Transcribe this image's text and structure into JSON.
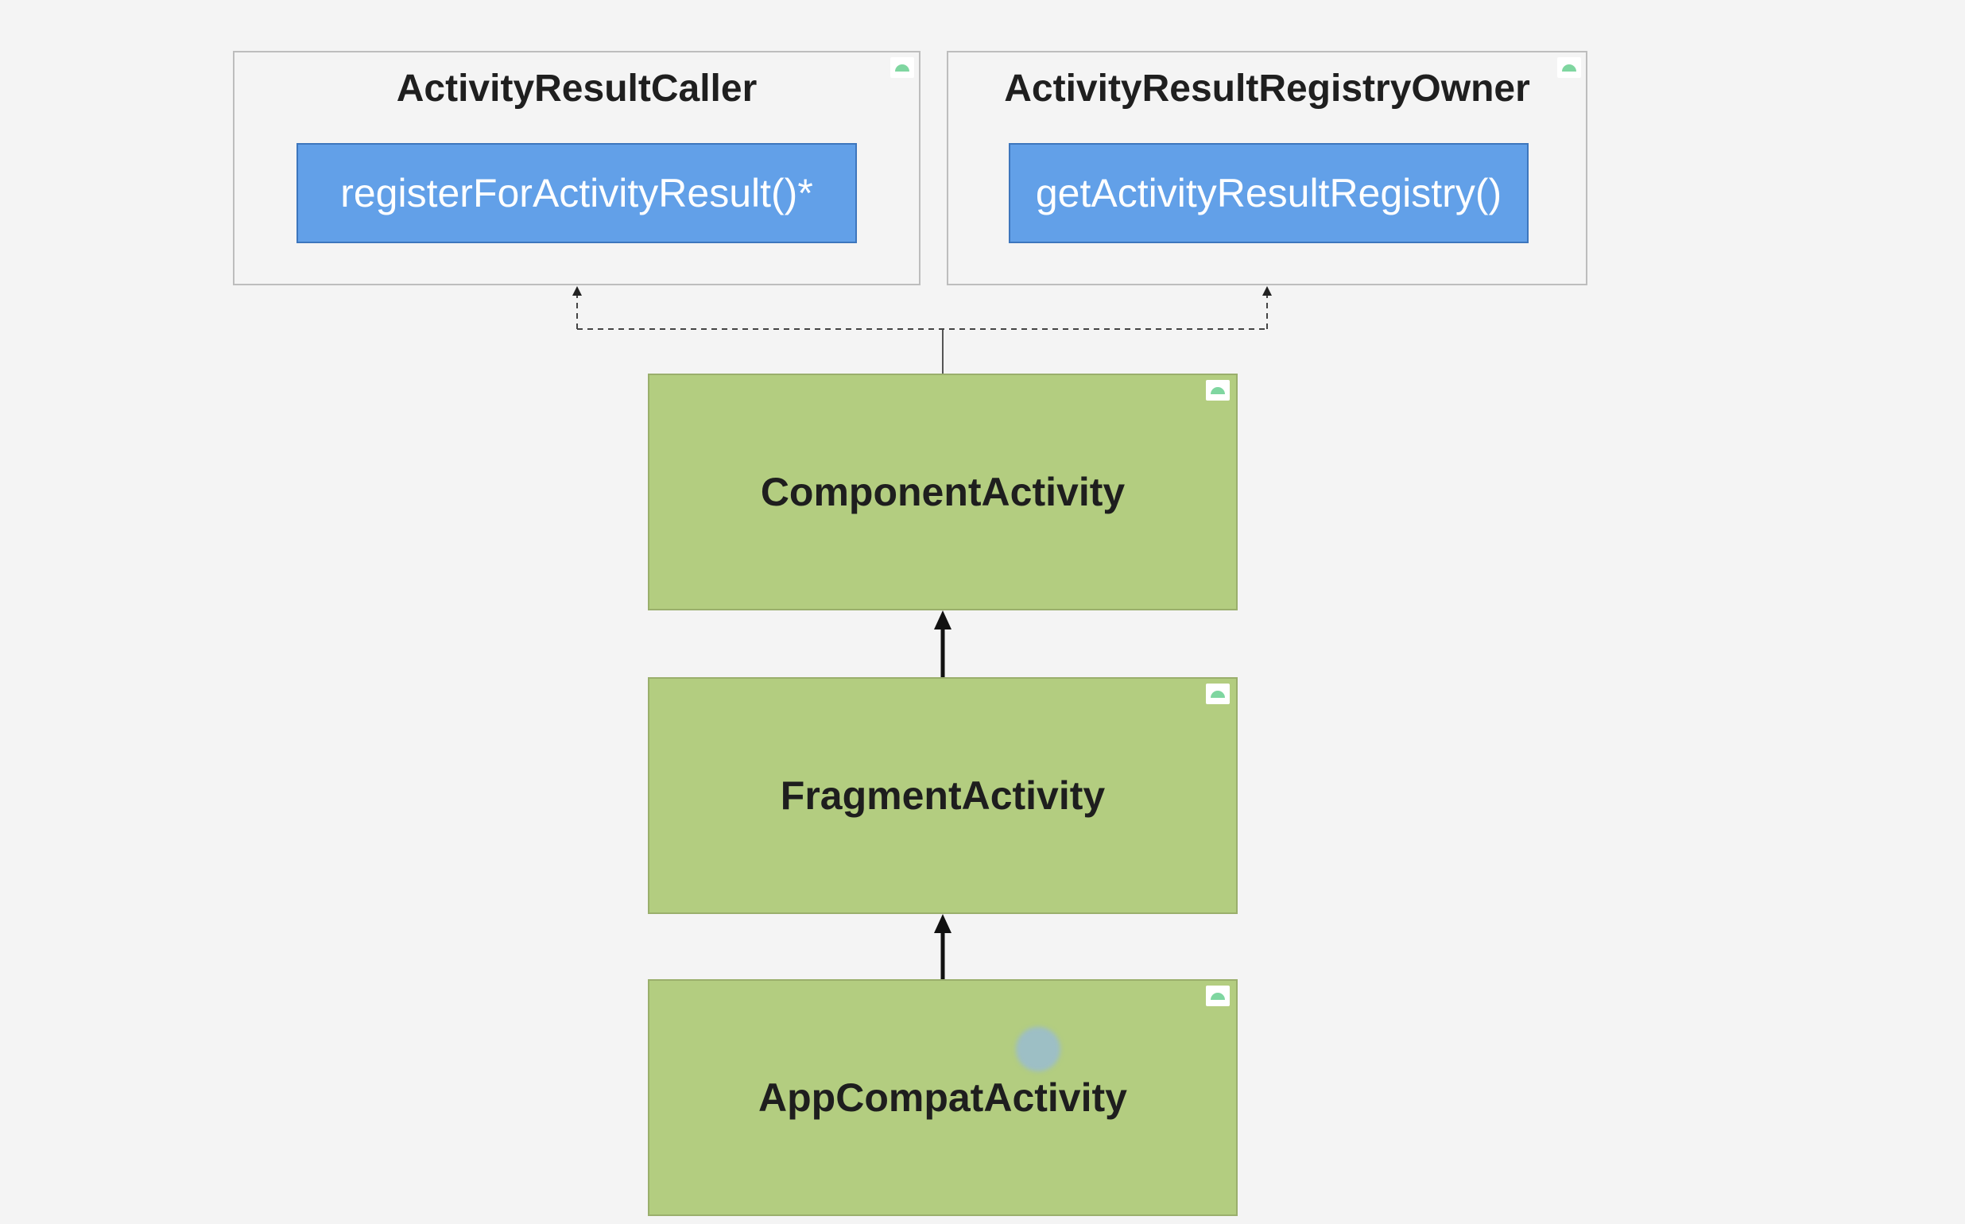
{
  "interfaces": [
    {
      "name": "ActivityResultCaller",
      "method": "registerForActivityResult()*"
    },
    {
      "name": "ActivityResultRegistryOwner",
      "method": "getActivityResultRegistry()"
    }
  ],
  "classes": [
    {
      "name": "ComponentActivity"
    },
    {
      "name": "FragmentActivity"
    },
    {
      "name": "AppCompatActivity"
    }
  ],
  "colors": {
    "background": "#f4f4f4",
    "method_fill": "#62a0e8",
    "class_fill": "#b3cd80",
    "badge_icon": "#7fd6a0"
  },
  "icons": [
    "android-badge-icon"
  ]
}
